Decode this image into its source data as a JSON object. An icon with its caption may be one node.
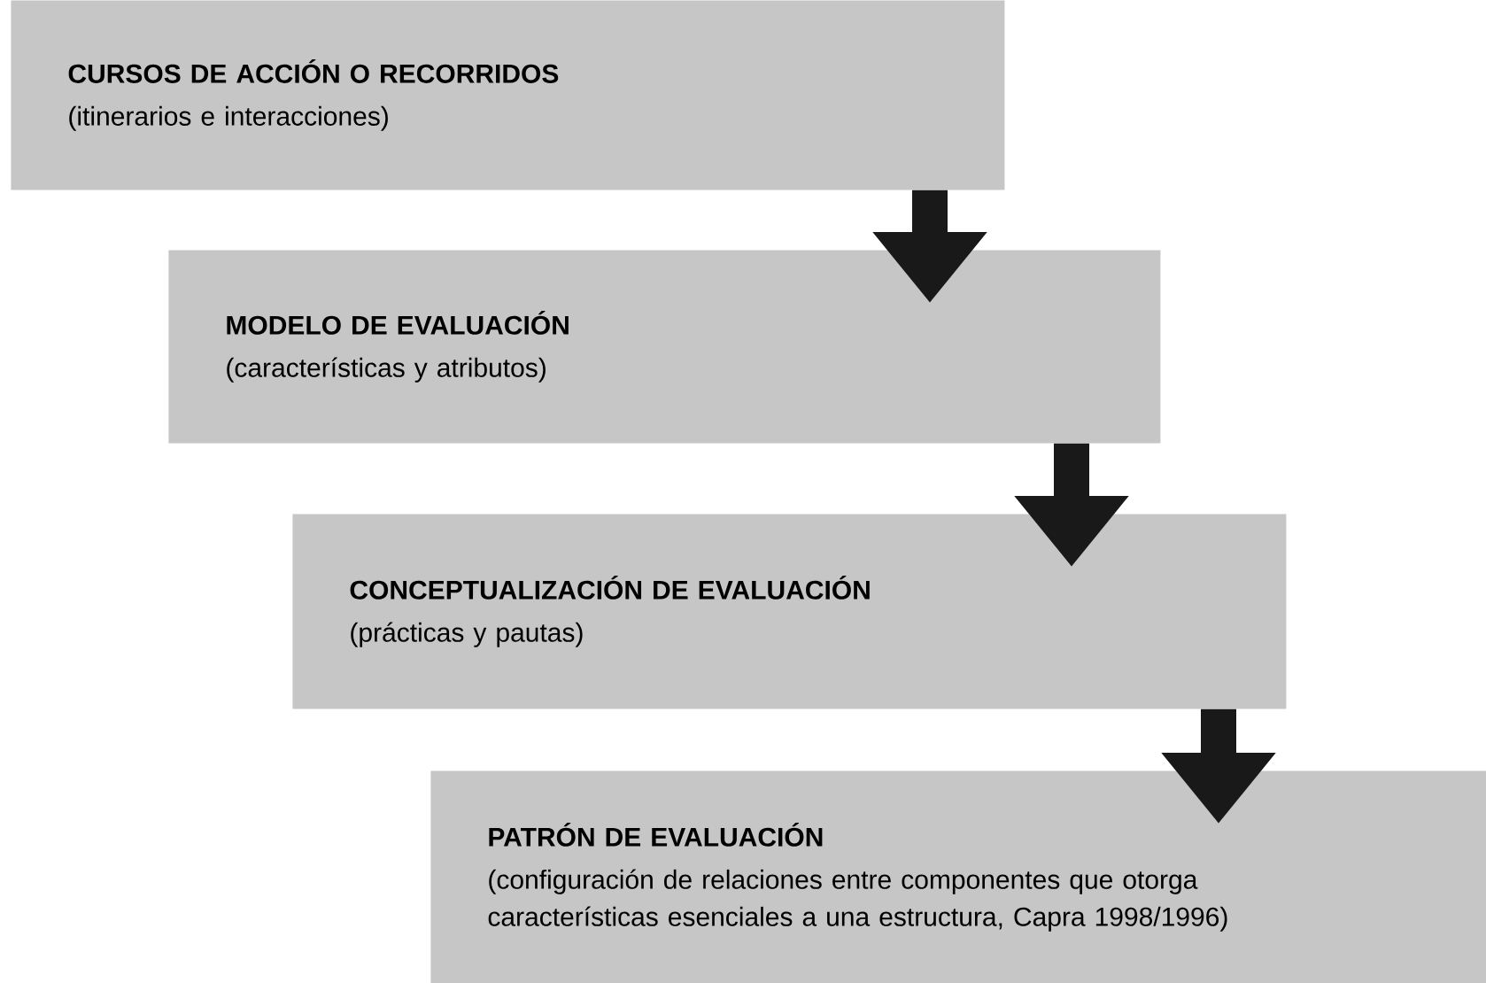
{
  "diagram": {
    "nodes": [
      {
        "text": [
          "CURSOS DE ACCIÓN O RECORRIDOS",
          "(itinerarios e interacciones)"
        ]
      },
      {
        "text": [
          "MODELO DE EVALUACIÓN",
          "(características y atributos)"
        ]
      },
      {
        "text": [
          "CONCEPTUALIZACIÓN DE EVALUACIÓN",
          "(prácticas y pautas)"
        ]
      },
      {
        "text": [
          "PATRÓN DE EVALUACIÓN",
          "(configuración de relaciones entre componentes que otorga características esenciales a una estructura, Capra 1998/1996)"
        ]
      }
    ],
    "edges": [
      {
        "from": 0,
        "to": 1,
        "arrow": "to"
      },
      {
        "from": 1,
        "to": 2,
        "arrow": "to"
      },
      {
        "from": 2,
        "to": 3,
        "arrow": "to"
      }
    ]
  }
}
